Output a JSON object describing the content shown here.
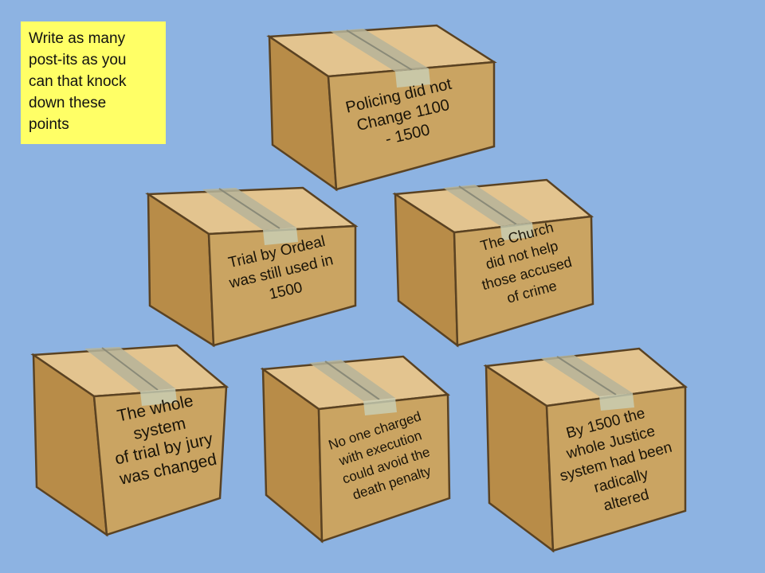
{
  "slide": {
    "background": "#8db3e2",
    "postit_color": "#ffff66",
    "box_color": "#c89f5a",
    "postit_text": "Write as many\npost-its as you\ncan that knock\ndown these\npoints",
    "boxes": [
      {
        "text": "Policing did not\nChange 1100\n- 1500"
      },
      {
        "text": "Trial by Ordeal\nwas still used in\n1500"
      },
      {
        "text": "The Church\ndid not help\nthose accused\nof crime"
      },
      {
        "text": "The whole\nsystem\nof trial by jury\nwas changed"
      },
      {
        "text": "No one charged\nwith execution\ncould avoid the\ndeath penalty"
      },
      {
        "text": "By 1500 the\nwhole Justice\nsystem  had been\nradically\naltered"
      }
    ]
  }
}
